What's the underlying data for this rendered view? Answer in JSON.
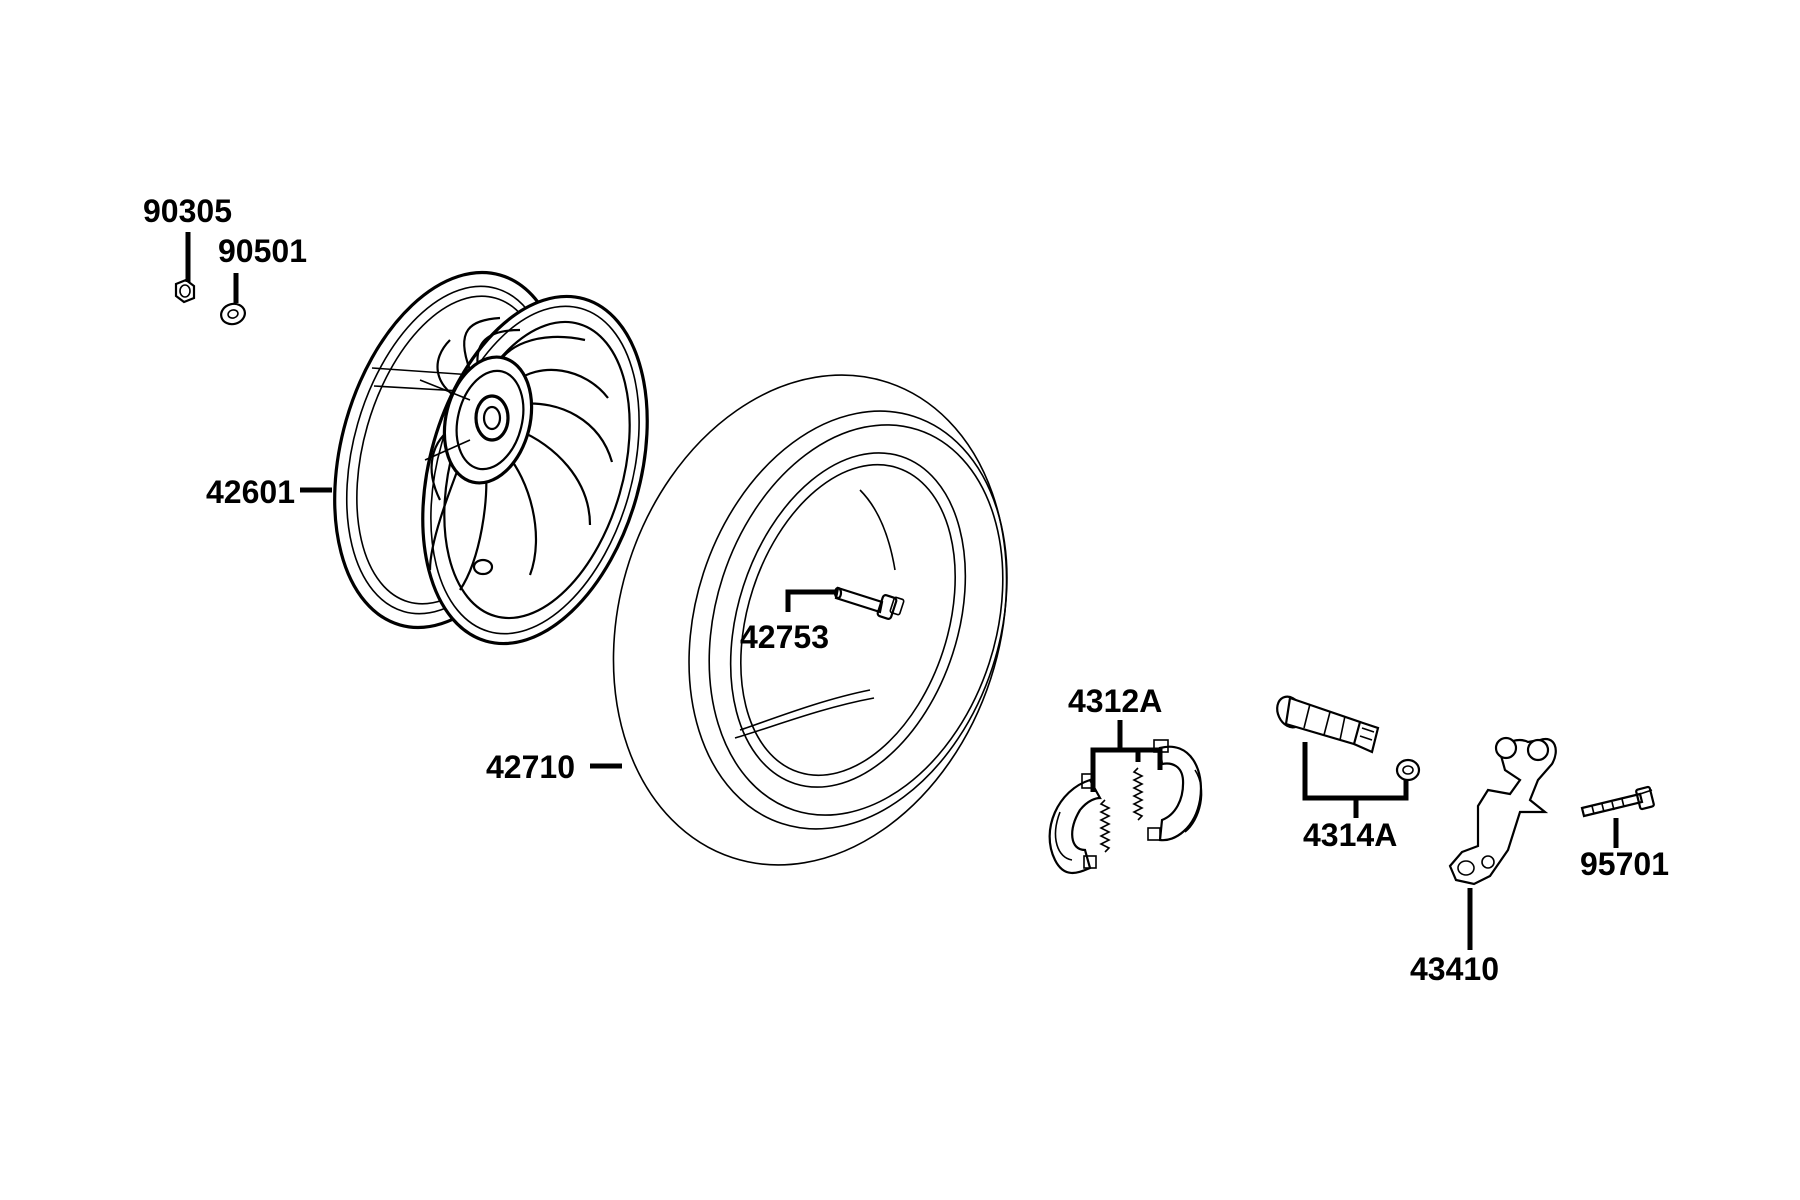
{
  "parts": [
    {
      "id": "nut",
      "number": "90305"
    },
    {
      "id": "washer",
      "number": "90501"
    },
    {
      "id": "rim",
      "number": "42601"
    },
    {
      "id": "valve",
      "number": "42753"
    },
    {
      "id": "tire",
      "number": "42710"
    },
    {
      "id": "brake-shoe-set",
      "number": "4312A"
    },
    {
      "id": "brake-cam-set",
      "number": "4314A"
    },
    {
      "id": "brake-arm",
      "number": "43410"
    },
    {
      "id": "bolt",
      "number": "95701"
    }
  ]
}
